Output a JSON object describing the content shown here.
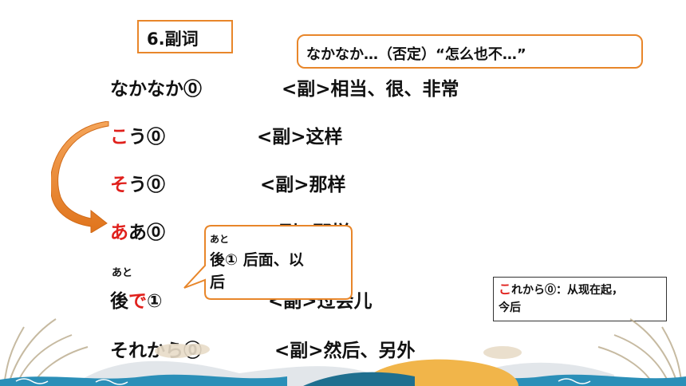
{
  "title": "6.副词",
  "callout_top": "なかなか…（否定）“怎么也不…”",
  "rows": [
    {
      "prefix_red": "",
      "word": "なかなか⓪",
      "meaning": "<副>相当、很、非常"
    },
    {
      "prefix_red": "こ",
      "word": "う⓪",
      "meaning": "<副>这样"
    },
    {
      "prefix_red": "そ",
      "word": "う⓪",
      "meaning": "<副>那样"
    },
    {
      "prefix_red": "あ",
      "word": "あ⓪",
      "meaning": "<副>那样"
    },
    {
      "ruby": "あと",
      "kanji": "後",
      "red": "で",
      "tail": "①",
      "meaning": "<副>过会儿"
    },
    {
      "prefix_red": "",
      "word": "それから⓪",
      "meaning": "<副>然后、另外"
    }
  ],
  "callout_mid": {
    "ruby": "あと",
    "line1": "後①  后面、以",
    "line2": "后"
  },
  "side_box": {
    "red": "こ",
    "text": "れから⓪：从现在起，",
    "line2": "今后"
  },
  "colors": {
    "accent": "#e8862a",
    "red": "#e0201c"
  }
}
